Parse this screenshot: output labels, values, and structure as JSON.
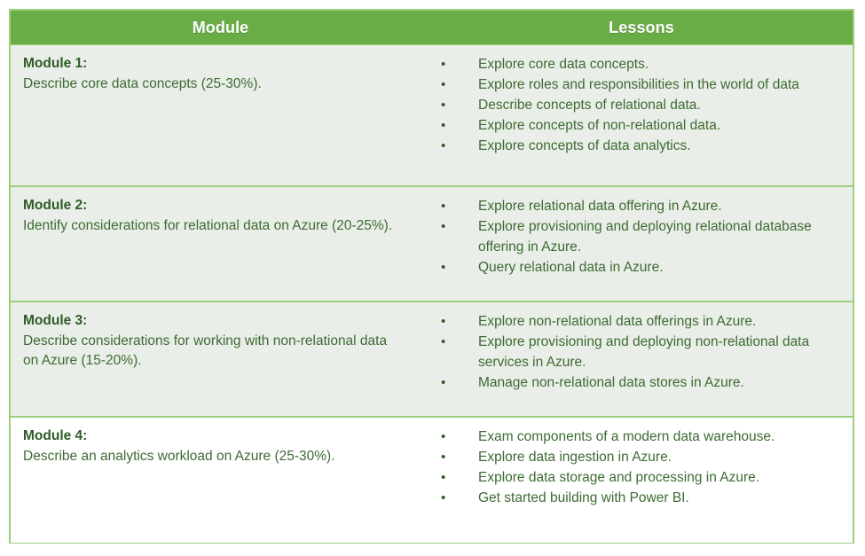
{
  "table": {
    "header": {
      "module_label": "Module",
      "lessons_label": "Lessons"
    },
    "bullet_glyph": "•",
    "colors": {
      "header_background": "#6aad47",
      "header_text": "#ffffff",
      "border": "#9bce7f",
      "row_background": "#eaeee8",
      "row_background_alt": "#ffffff",
      "title_text": "#2e5b26",
      "body_text": "#3d6b33"
    },
    "rows": [
      {
        "title": "Module 1:",
        "description": "Describe core data concepts (25-30%).",
        "lessons": [
          "Explore core data concepts.",
          "Explore roles and responsibilities in the world of data",
          "Describe concepts of relational data.",
          "Explore concepts of non-relational data.",
          "Explore concepts of data analytics."
        ]
      },
      {
        "title": "Module 2:",
        "description": "Identify considerations for relational data on Azure (20-25%).",
        "lessons": [
          "Explore relational data offering in Azure.",
          "Explore provisioning and deploying relational database offering in Azure.",
          "Query relational data in Azure."
        ]
      },
      {
        "title": "Module 3:",
        "description": "Describe considerations for working with non-relational data on Azure (15-20%).",
        "lessons": [
          "Explore non-relational data offerings in Azure.",
          "Explore provisioning and deploying non-relational data services in Azure.",
          "Manage non-relational data stores in Azure."
        ]
      },
      {
        "title": "Module 4:",
        "description": "Describe an analytics workload on Azure (25-30%).",
        "lessons": [
          "Exam components of a modern data warehouse.",
          "Explore data ingestion in Azure.",
          "Explore data storage and processing in Azure.",
          "Get started building with Power BI."
        ]
      }
    ]
  }
}
